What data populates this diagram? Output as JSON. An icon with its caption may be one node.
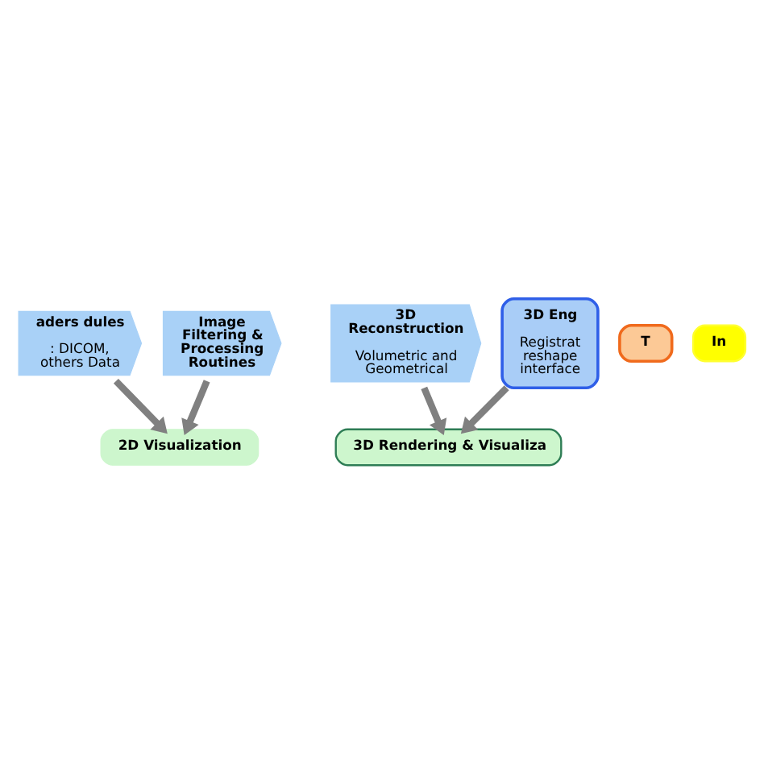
{
  "diagram": {
    "nodes": [
      {
        "text": [
          "aders dules",
          ": DICOM, others Data"
        ]
      },
      {
        "text": [
          "Image Filtering & Processing Routines"
        ]
      },
      {
        "text": [
          "3D Reconstruction",
          "Volumetric and Geometrical"
        ]
      },
      {
        "text": [
          "3D Eng",
          "Registrat reshape interface"
        ]
      },
      {
        "text": [
          "T"
        ]
      },
      {
        "text": [
          "In"
        ]
      },
      {
        "text": [
          "2D Visualization"
        ]
      },
      {
        "text": [
          "3D Rendering & Visualiza"
        ]
      }
    ],
    "edges": [
      {
        "from": 0,
        "to": 6,
        "arrow": "to"
      },
      {
        "from": 1,
        "to": 6,
        "arrow": "to"
      },
      {
        "from": 2,
        "to": 7,
        "arrow": "to"
      },
      {
        "from": 3,
        "to": 7,
        "arrow": "to"
      }
    ]
  }
}
